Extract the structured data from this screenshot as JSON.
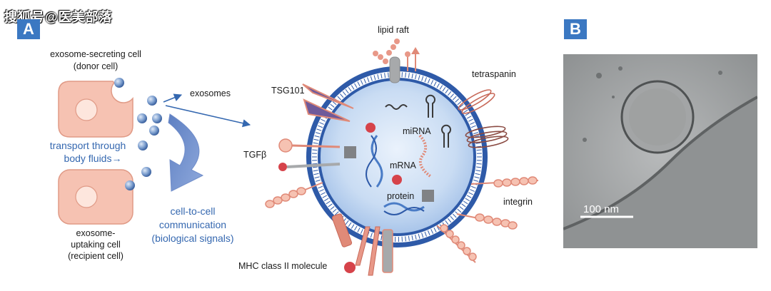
{
  "watermark": "搜狐号@医美部落",
  "panel_a_badge": "A",
  "panel_b_badge": "B",
  "labels": {
    "donor_title": "exosome-secreting cell",
    "donor_sub": "(donor cell)",
    "exosomes": "exosomes",
    "transport_1": "transport through",
    "transport_2": "body fluids→",
    "recipient_1": "exosome-",
    "recipient_2": "uptaking cell",
    "recipient_3": "(recipient cell)",
    "comm_1": "cell-to-cell",
    "comm_2": "communication",
    "comm_3": "(biological signals)",
    "lipid_raft": "lipid raft",
    "tetraspanin": "tetraspanin",
    "tsg101": "TSG101",
    "tgf": "TGFβ",
    "mirna": "miRNA",
    "mrna": "mRNA",
    "protein": "protein",
    "integrin": "integrin",
    "mhc": "MHC class II molecule",
    "scale_bar": "100 nm"
  },
  "colors": {
    "accent_blue": "#3568b0",
    "cell_pink": "#f6c2b2",
    "membrane_blue": "#2e5aa8",
    "lumen_blue": "#c9dcf3",
    "protein_salmon": "#e08a78",
    "protein_red": "#d6434a"
  }
}
